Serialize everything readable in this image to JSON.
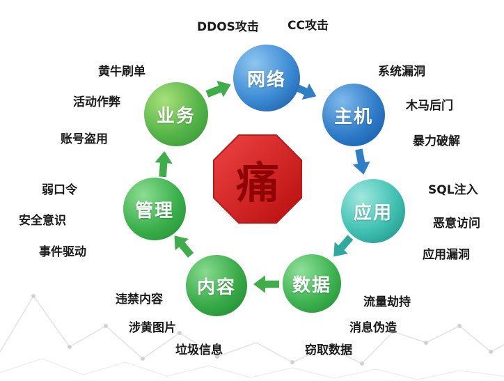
{
  "center": {
    "label": "痛",
    "shape": "octagon",
    "fill_color": "#d42222",
    "text_color": "#8f0505"
  },
  "nodes": {
    "business": {
      "label": "业务",
      "color": "#55b548"
    },
    "network": {
      "label": "网络",
      "color": "#3d8bd4"
    },
    "host": {
      "label": "主机",
      "color": "#2f7cc8"
    },
    "application": {
      "label": "应用",
      "color": "#3fc0b2"
    },
    "data": {
      "label": "数据",
      "color": "#3eb350"
    },
    "content": {
      "label": "内容",
      "color": "#38aa48"
    },
    "management": {
      "label": "管理",
      "color": "#3cb04c"
    }
  },
  "threat_labels": {
    "network": [
      "DDOS攻击",
      "CC攻击"
    ],
    "business": [
      "黄牛刷单",
      "活动作弊",
      "账号盗用"
    ],
    "host": [
      "系统漏洞",
      "木马后门",
      "暴力破解"
    ],
    "management": [
      "弱口令",
      "安全意识",
      "事件驱动"
    ],
    "application": [
      "SQL注入",
      "恶意访问",
      "应用漏洞"
    ],
    "content": [
      "违禁内容",
      "涉黄图片",
      "垃圾信息"
    ],
    "data": [
      "流量劫持",
      "消息伪造",
      "窃取数据"
    ]
  },
  "cycle_order": [
    "业务",
    "网络",
    "主机",
    "应用",
    "数据",
    "内容",
    "管理"
  ],
  "decor": {
    "line_color": "#e2e2e2",
    "dot_color": "#d2d2d2"
  }
}
